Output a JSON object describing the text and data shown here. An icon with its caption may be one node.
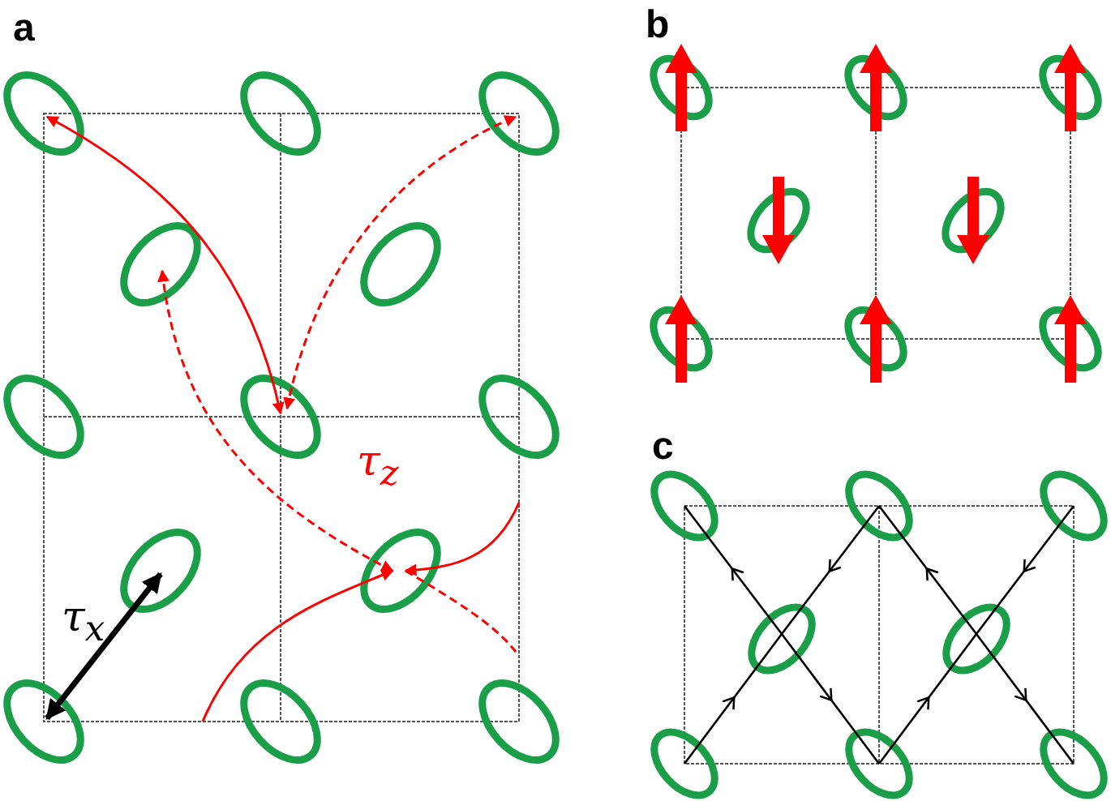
{
  "diagram": {
    "labels": [
      "a",
      "b",
      "c",
      "τ$_{z}$",
      "τ$_{x}$"
    ]
  }
}
